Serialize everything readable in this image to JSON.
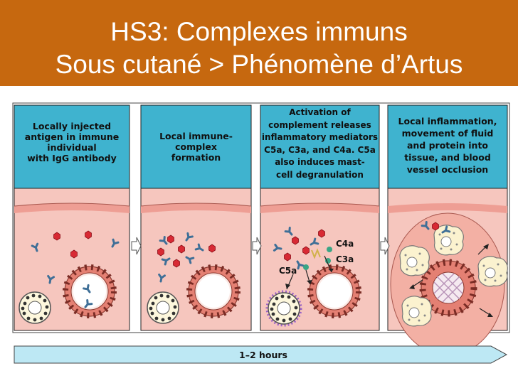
{
  "title": {
    "line1": "HS3: Complexes immuns",
    "line2": "Sous cutané > Phénomène d’Artus"
  },
  "panels": [
    {
      "caption": [
        "Locally injected",
        "antigen in immune",
        "individual",
        "with IgG antibody"
      ]
    },
    {
      "caption": [
        "Local immune-",
        "complex",
        "formation"
      ]
    },
    {
      "caption": [
        "Activation of",
        "complement releases",
        "inflammatory mediators",
        "C5a, C3a, and C4a. C5a",
        "also induces mast-",
        "cell degranulation"
      ]
    },
    {
      "caption": [
        "Local inflammation,",
        "movement of fluid",
        "and protein into",
        "tissue, and blood",
        "vessel occlusion"
      ]
    }
  ],
  "mediator_labels": {
    "c4a": "C4a",
    "c3a": "C3a",
    "c5a": "C5a"
  },
  "timeline": {
    "label": "1–2 hours"
  },
  "colors": {
    "title_bg": "#c6680f",
    "caption_bg": "#3fb3cf",
    "tissue": "#f6c6be",
    "tissue_dark": "#ee9e94",
    "antigen": "#d82a34",
    "antibody": "#3f6f97",
    "timeline": "#bde8f4"
  }
}
